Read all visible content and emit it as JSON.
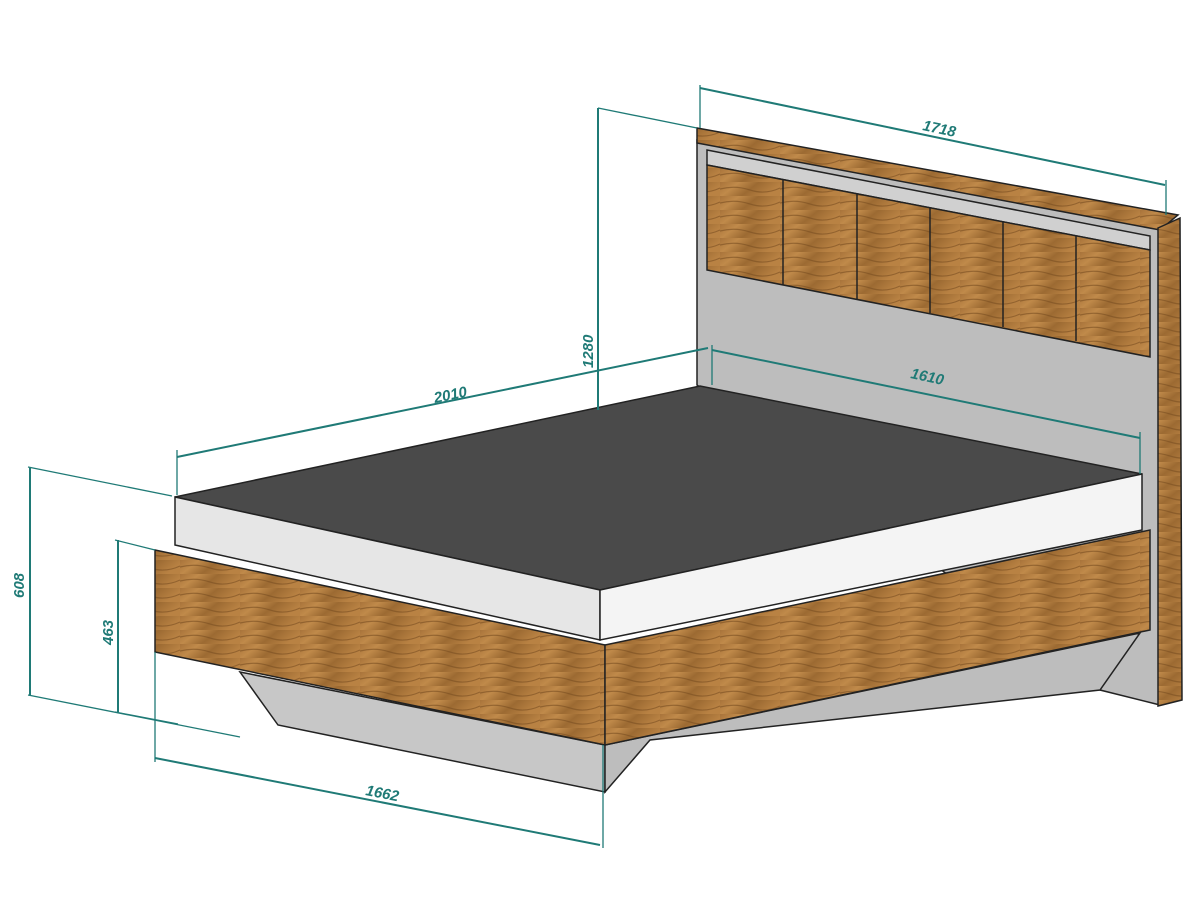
{
  "title": "Bed dimensions drawing",
  "dimensions": {
    "headboard_width": "1718",
    "headboard_height": "1280",
    "bed_length": "2010",
    "mattress_width": "1610",
    "frame_overall_height": "608",
    "frame_height": "463",
    "frame_width": "1662"
  },
  "colors": {
    "dimension_line": "#1f7a76",
    "wood": "#b07a3a",
    "mattress_top": "#4a4a4a",
    "panel_grey": "#b9b9b9"
  }
}
